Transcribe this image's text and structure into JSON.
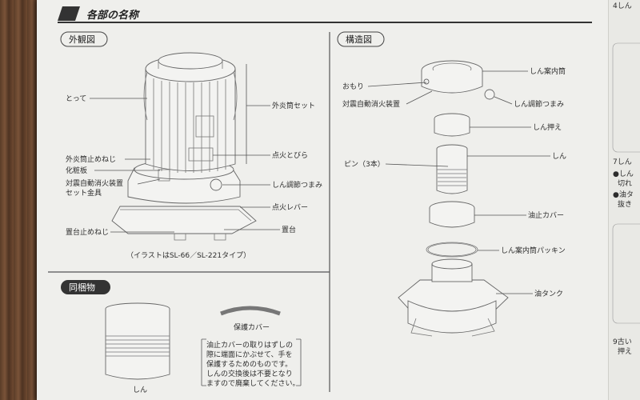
{
  "header": {
    "title": "各部の名称"
  },
  "exterior": {
    "section_label": "外観図",
    "labels": {
      "handle": "とって",
      "outer_cylinder_set": "外炎筒セット",
      "outer_cylinder_screw": "外炎筒止めねじ",
      "ignition_door": "点火とびら",
      "decor_plate": "化粧板",
      "seismic_device_bracket_1": "対震自動消火装置",
      "seismic_device_bracket_2": "セット金具",
      "wick_knob": "しん調節つまみ",
      "ignition_lever": "点火レバー",
      "base_screw": "置台止めねじ",
      "base": "置台"
    },
    "caption": "（イラストはSL-66／SL-221タイプ）"
  },
  "structure": {
    "section_label": "構造図",
    "labels": {
      "inner_cylinder": "しん案内筒",
      "weight": "おもり",
      "seismic_device": "対震自動消火装置",
      "wick_knob": "しん調節つまみ",
      "wick_holder": "しん押え",
      "wick": "しん",
      "pin": "ピン（3本）",
      "oil_cover": "油止カバー",
      "packing": "しん案内筒パッキン",
      "tank": "油タンク"
    }
  },
  "bundled": {
    "section_label": "同梱物",
    "wick_label": "しん",
    "cover_label": "保護カバー",
    "note": [
      "油止カバーの取りはずしの",
      "際に端面にかぶせて、手を",
      "保護するためのものです。",
      "しんの交換後は不要となり",
      "ますので廃棄してください。"
    ]
  },
  "right_strip": {
    "top": "4しん",
    "mid1": "7しん",
    "mid2": "●しん",
    "mid3": "切れ",
    "mid4": "●油タ",
    "mid5": "抜き",
    "bottom1": "9古い",
    "bottom2": "押え"
  }
}
